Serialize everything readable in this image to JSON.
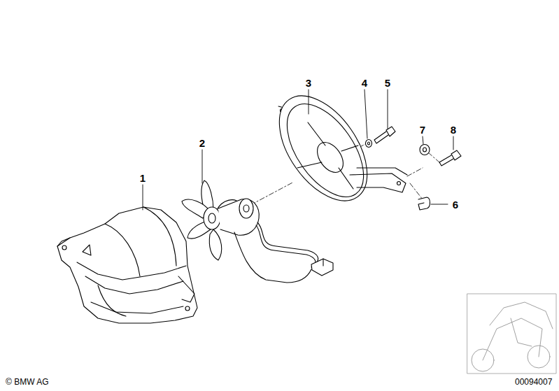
{
  "diagram": {
    "labels": [
      "1",
      "2",
      "3",
      "4",
      "5",
      "6",
      "7",
      "8",
      "© BMW AG",
      "00094007"
    ]
  }
}
